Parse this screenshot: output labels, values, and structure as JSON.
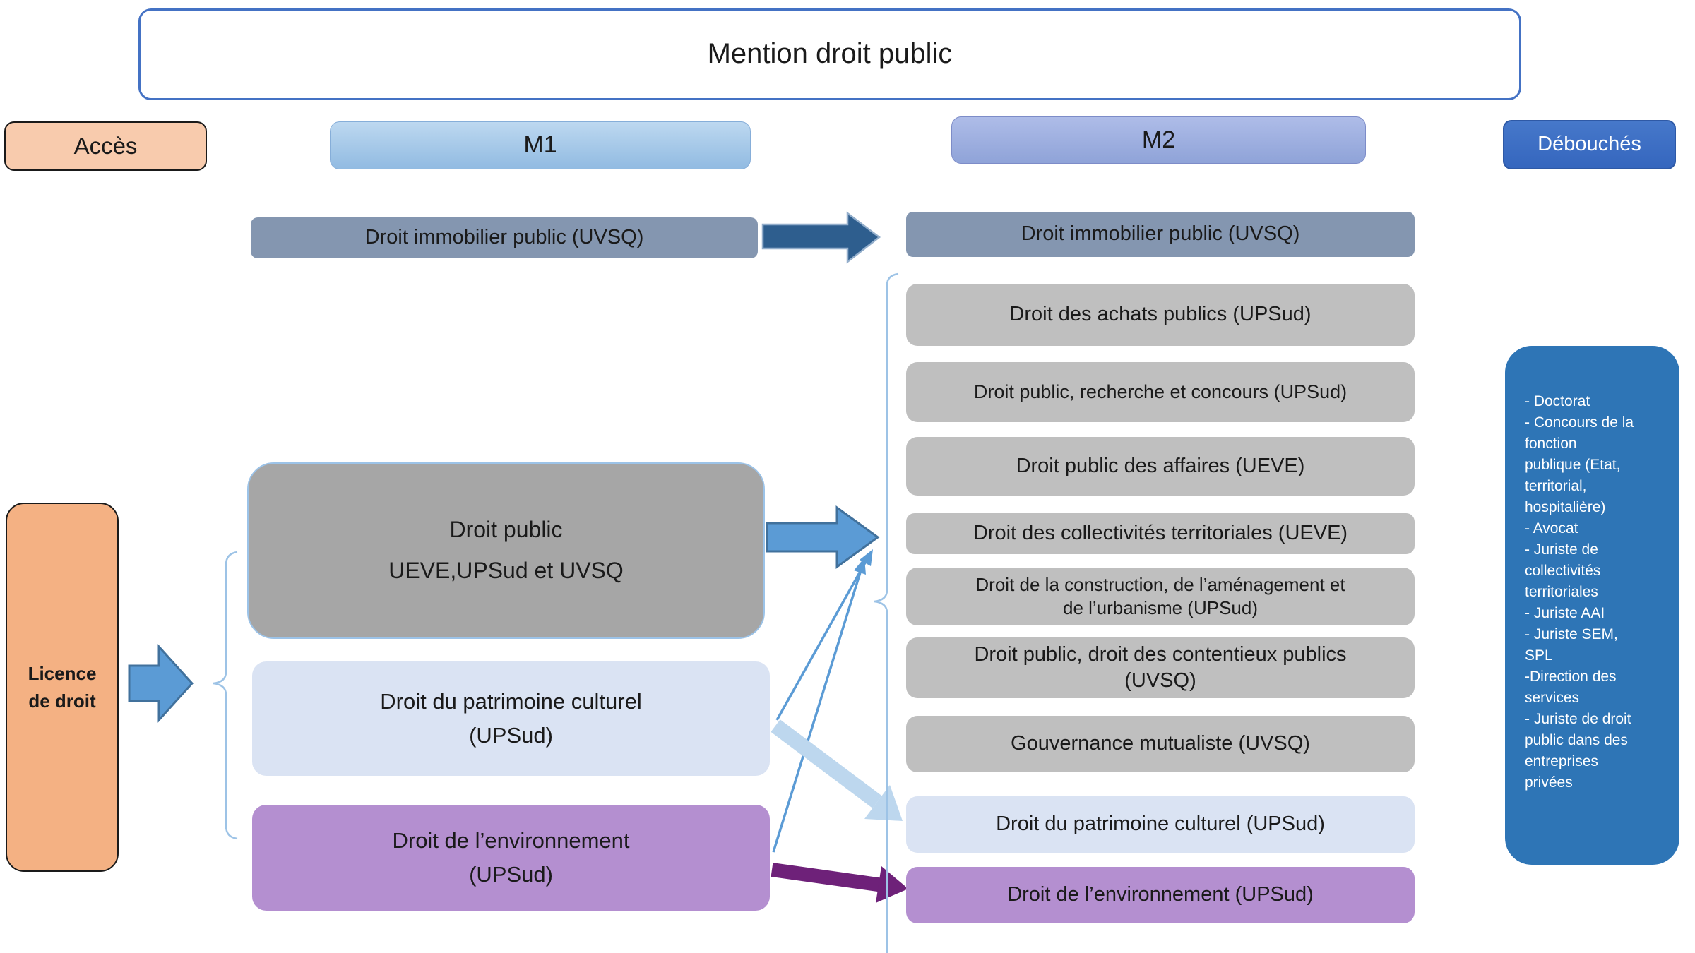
{
  "title": "Mention droit public",
  "headers": {
    "acces": "Accès",
    "m1": "M1",
    "m2": "M2",
    "debouches": "Débouchés"
  },
  "licence": {
    "line1": "Licence",
    "line2": "de droit"
  },
  "m1_column": {
    "immobilier": "Droit immobilier public (UVSQ)",
    "droit_public": {
      "line1": "Droit public",
      "line2": "UEVE,UPSud et UVSQ"
    },
    "patrimoine": {
      "line1": "Droit du patrimoine culturel",
      "line2": "(UPSud)"
    },
    "environnement": {
      "line1": "Droit de l’environnement",
      "line2": "(UPSud)"
    }
  },
  "m2_column": {
    "immobilier": "Droit immobilier public (UVSQ)",
    "items": [
      {
        "line1": "Droit des achats publics (UPSud)",
        "line2": ""
      },
      {
        "line1": "Droit public, recherche et concours (UPSud)",
        "line2": ""
      },
      {
        "line1": "Droit public des affaires (UEVE)",
        "line2": ""
      },
      {
        "line1": "Droit des collectivités territoriales (UEVE)",
        "line2": ""
      },
      {
        "line1": "Droit de la construction, de l’aménagement et",
        "line2": "de l’urbanisme (UPSud)"
      },
      {
        "line1": "Droit public, droit des contentieux publics",
        "line2": "(UVSQ)"
      },
      {
        "line1": "Gouvernance mutualiste (UVSQ)",
        "line2": ""
      },
      {
        "line1": "Droit du patrimoine culturel (UPSud)",
        "line2": ""
      },
      {
        "line1": "Droit de l’environnement (UPSud)",
        "line2": ""
      }
    ]
  },
  "debouches": {
    "list": "- Doctorat\n- Concours de la\nfonction\npublique (Etat,\nterritorial,\nhospitalière)\n- Avocat\n- Juriste de\ncollectivités\nterritoriales\n- Juriste AAI\n- Juriste SEM,\nSPL\n-Direction des\nservices\n- Juriste de droit\npublic dans des\nentreprises\nprivées"
  },
  "colors": {
    "title_border": "#4472C4",
    "acces_fill": "#F8CBAD",
    "m1_header_fill": "#9CC2E5",
    "m2_header_fill": "#8FA3D8",
    "debouches_fill": "#3566BE",
    "sidebar_fill": "#2E75B6",
    "immobilier_fill": "#8496B0",
    "m2_gray_fill": "#BFBFBF",
    "droit_public_fill": "#A6A6A6",
    "patrimoine_fill": "#DAE3F3",
    "environnement_fill": "#B48FD0",
    "licence_fill": "#F4B183",
    "arrow_blue": "#5B9BD5",
    "arrow_blue_border": "#41719C",
    "arrow_dark_blue": "#2E5E8E",
    "arrow_light_blue": "#BDD7EE",
    "arrow_purple": "#6E2179",
    "connector_blue": "#9DC3E6"
  }
}
